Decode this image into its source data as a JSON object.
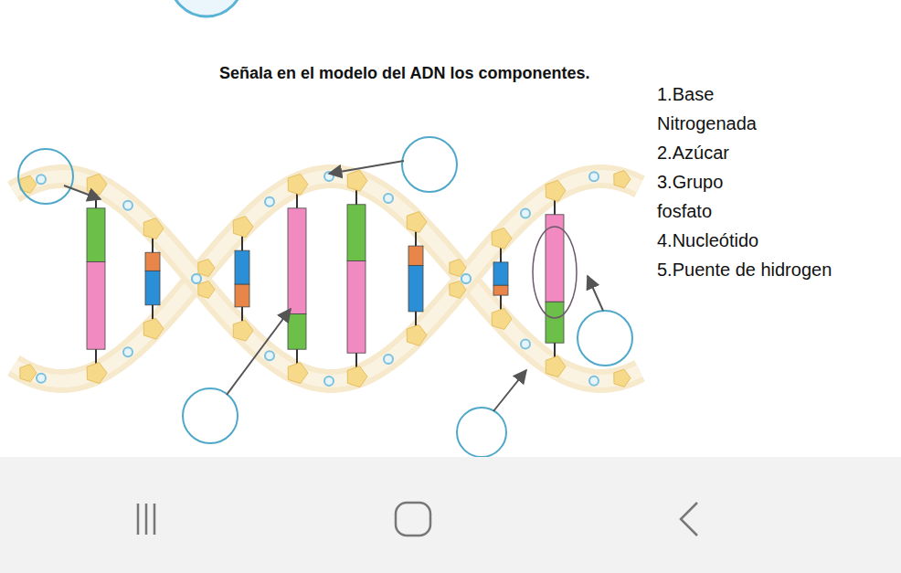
{
  "diagram": {
    "title": "Señala en el modelo del ADN los componentes.",
    "labels": [
      "1.Base Nitrogenada",
      "2.Azúcar",
      "3.Grupo fosfato",
      "4.Nucleótido",
      "5.Puente de hidrogen"
    ]
  }
}
